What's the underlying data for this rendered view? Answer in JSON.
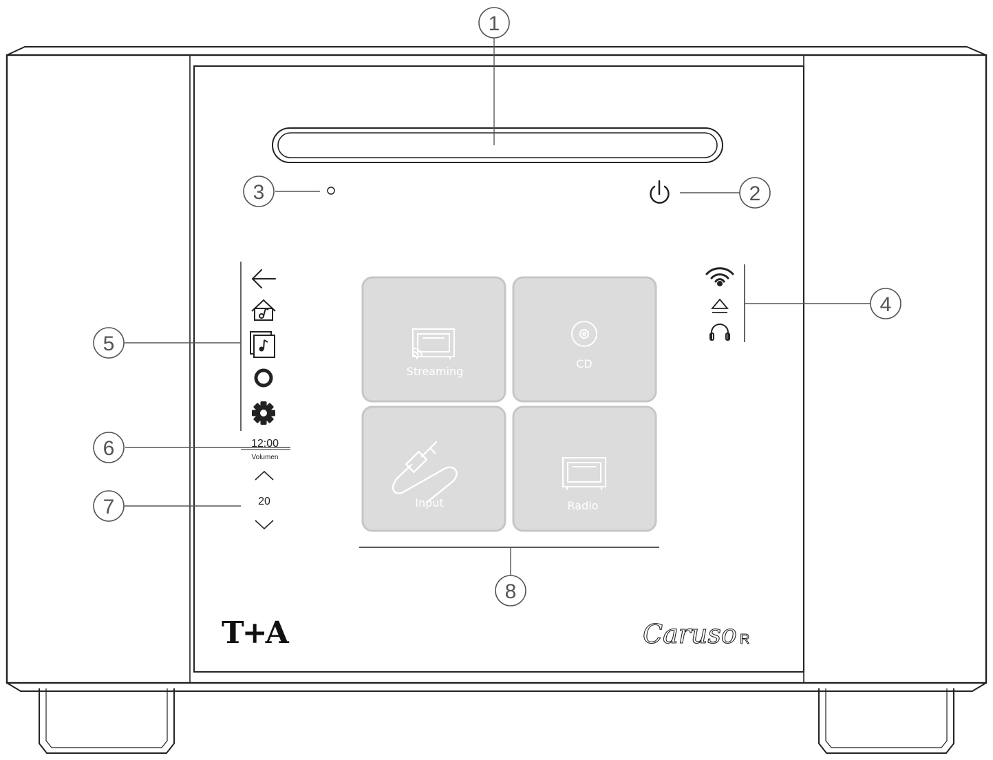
{
  "device": {
    "brand_logo": "T+A",
    "model_script": "Caruso",
    "model_suffix": "R"
  },
  "callouts": [
    "1",
    "2",
    "3",
    "4",
    "5",
    "6",
    "7",
    "8"
  ],
  "screen": {
    "clock": "12:00",
    "volume_label": "Volumen",
    "volume_value": "20",
    "tiles": [
      {
        "label": "Streaming",
        "icon": "streaming-device-icon"
      },
      {
        "label": "CD",
        "icon": "disc-icon"
      },
      {
        "label": "Input",
        "icon": "cable-plug-icon"
      },
      {
        "label": "Radio",
        "icon": "radio-device-icon"
      }
    ],
    "nav_icons": [
      "back-arrow-icon",
      "home-music-icon",
      "music-library-icon",
      "amazon-alexa-icon",
      "settings-gear-icon"
    ],
    "status_icons": [
      "wifi-icon",
      "eject-icon",
      "headphones-icon"
    ],
    "volume_controls": [
      "volume-up-chevron-icon",
      "volume-down-chevron-icon"
    ]
  },
  "colors": {
    "outline": "#222222",
    "tile_fill": "#dcdcdc",
    "tile_border": "#c6c6c6",
    "tile_text": "#ffffff",
    "callout": "#555555"
  }
}
